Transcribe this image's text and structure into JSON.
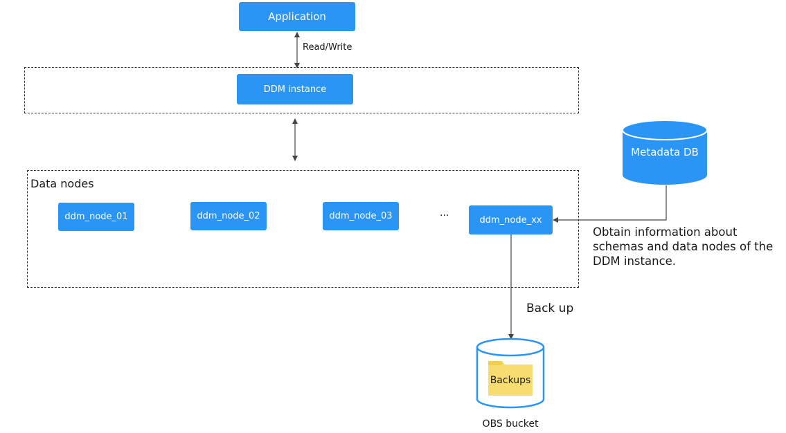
{
  "application_label": "Application",
  "read_write_label": "Read/Write",
  "ddm_instance_label": "DDM instance",
  "data_nodes_title": "Data nodes",
  "nodes": [
    "ddm_node_01",
    "ddm_node_02",
    "ddm_node_03",
    "ddm_node_xx"
  ],
  "ellipsis": "...",
  "metadata_db_label": "Metadata DB",
  "metadata_note_lines": [
    "Obtain information about",
    "schemas and data nodes of the",
    "DDM instance."
  ],
  "backup_label": "Back up",
  "backups_folder_label": "Backups",
  "obs_bucket_label": "OBS bucket",
  "colors": {
    "box_blue": "#2b95f5",
    "folder_yellow": "#f7dc6f",
    "folder_tab": "#f2cf48",
    "line": "#444444"
  }
}
